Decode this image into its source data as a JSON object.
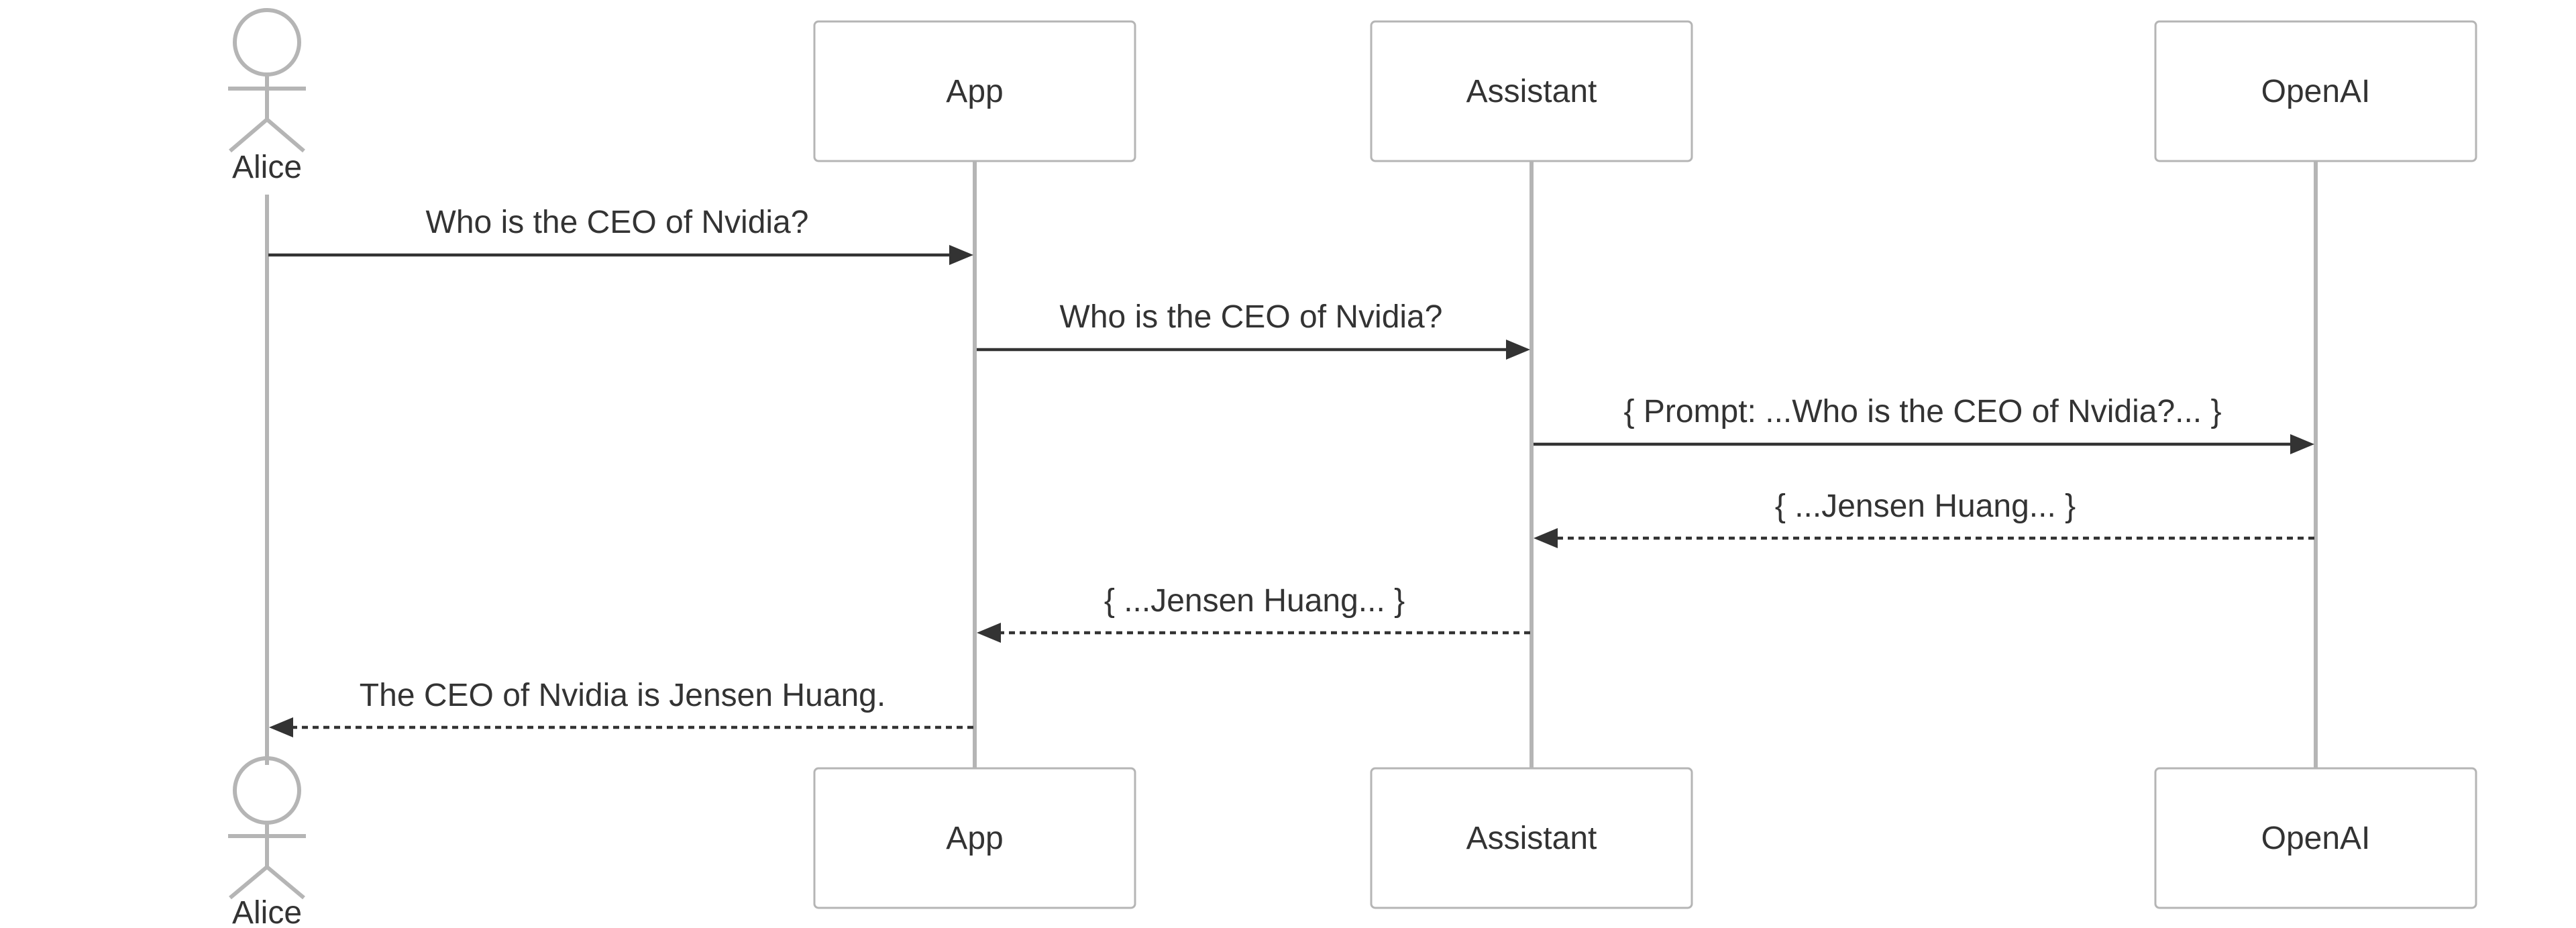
{
  "participants": {
    "alice": {
      "label": "Alice",
      "kind": "actor"
    },
    "app": {
      "label": "App",
      "kind": "box"
    },
    "assistant": {
      "label": "Assistant",
      "kind": "box"
    },
    "openai": {
      "label": "OpenAI",
      "kind": "box"
    }
  },
  "messages": [
    {
      "from": "Alice",
      "to": "App",
      "text": "Who is the CEO of Nvidia?",
      "style": "solid"
    },
    {
      "from": "App",
      "to": "Assistant",
      "text": "Who is the CEO of Nvidia?",
      "style": "solid"
    },
    {
      "from": "Assistant",
      "to": "OpenAI",
      "text": "{ Prompt: ...Who is the CEO of Nvidia?... }",
      "style": "solid"
    },
    {
      "from": "OpenAI",
      "to": "Assistant",
      "text": "{ ...Jensen Huang... }",
      "style": "dashed"
    },
    {
      "from": "Assistant",
      "to": "App",
      "text": "{ ...Jensen Huang... }",
      "style": "dashed"
    },
    {
      "from": "App",
      "to": "Alice",
      "text": "The CEO of Nvidia is Jensen Huang.",
      "style": "dashed"
    }
  ],
  "colors": {
    "lifeline": "#b5b5b5",
    "text": "#333333",
    "arrow": "#333333",
    "background": "#ffffff"
  }
}
